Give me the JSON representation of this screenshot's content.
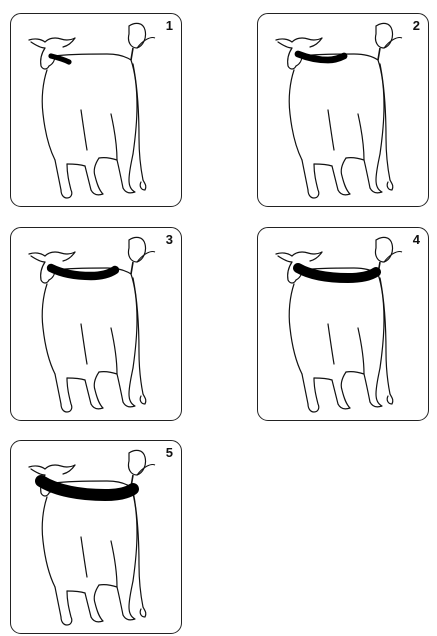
{
  "panels": [
    {
      "number": "1",
      "band_level": 0.15
    },
    {
      "number": "2",
      "band_level": 0.35
    },
    {
      "number": "3",
      "band_level": 0.55
    },
    {
      "number": "4",
      "band_level": 0.75
    },
    {
      "number": "5",
      "band_level": 1.0
    }
  ],
  "colors": {
    "line": "#111111",
    "band": "#000000",
    "frame": "#222222"
  },
  "icons": [
    "cow-figure",
    "applicator-bottle-hand"
  ]
}
